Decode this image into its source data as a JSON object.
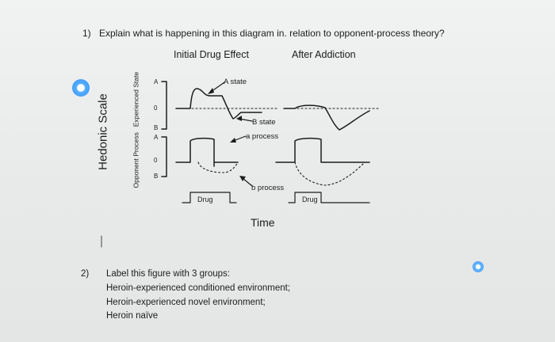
{
  "question1": {
    "number": "1)",
    "text": "Explain what is happening in this diagram in. relation to opponent-process theory?"
  },
  "figure": {
    "columns": [
      "Initial Drug Effect",
      "After Addiction"
    ],
    "y_axis_label": "Hedonic Scale",
    "top_panel_label": "Experienced State",
    "bottom_panel_label": "Opponent Process",
    "scale_ticks": [
      "A",
      "0",
      "B"
    ],
    "annotations": {
      "a_state": "A state",
      "b_state": "B state",
      "a_process": "a process",
      "b_process": "b process"
    },
    "drug_labels": [
      "Drug",
      "Drug"
    ],
    "x_axis_label": "Time"
  },
  "question2": {
    "number": "2)",
    "lines": [
      "Label this figure with 3 groups:",
      "Heroin-experienced conditioned environment;",
      "Heroin-experienced novel environment;",
      "Heroin naïve"
    ]
  },
  "colors": {
    "ink": "#1c1c1c",
    "background": "#eceeee",
    "marker_dot": "#2e8ff4"
  }
}
